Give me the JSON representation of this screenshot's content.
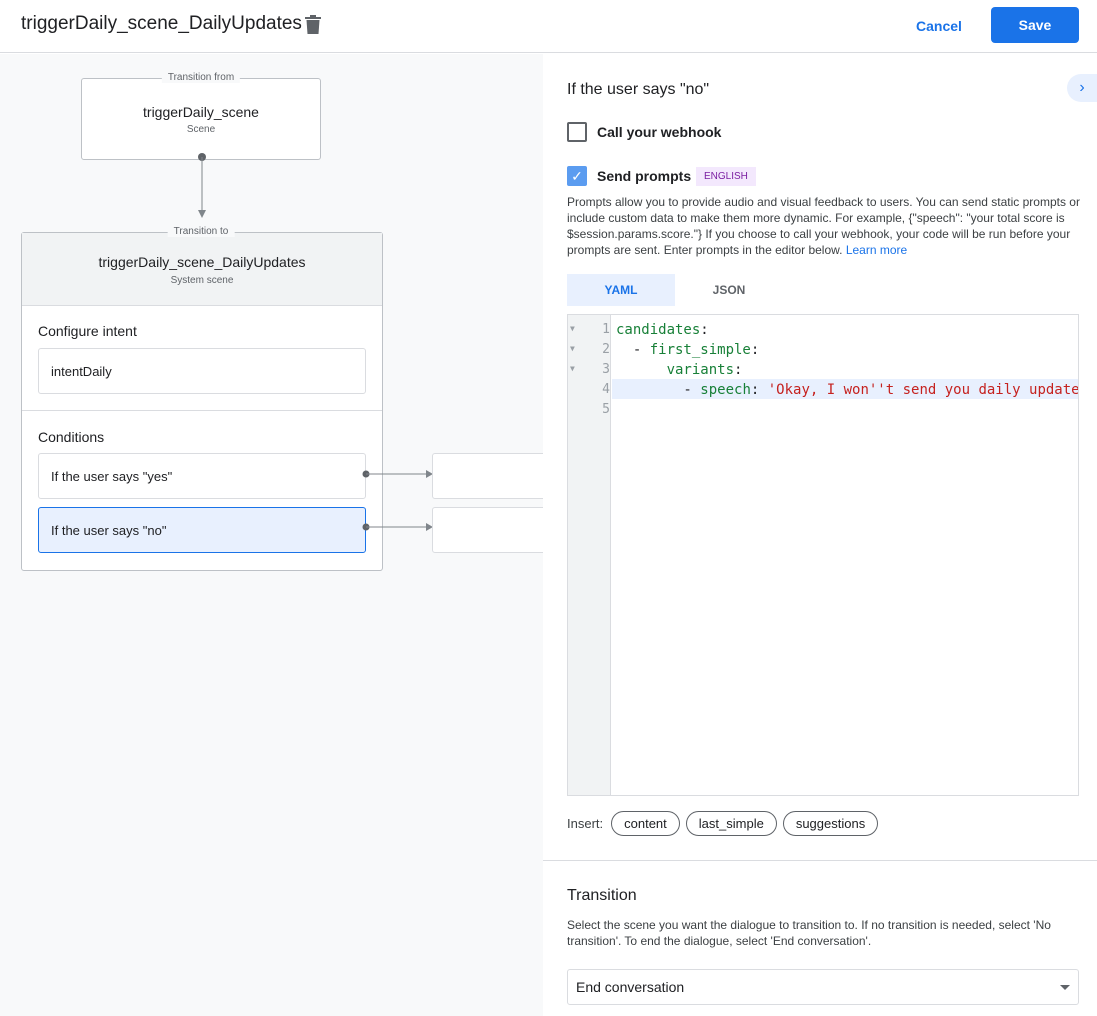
{
  "header": {
    "title": "triggerDaily_scene_DailyUpdates",
    "cancel": "Cancel",
    "save": "Save"
  },
  "canvas": {
    "from_label": "Transition from",
    "from_name": "triggerDaily_scene",
    "from_type": "Scene",
    "to_label": "Transition to",
    "to_name": "triggerDaily_scene_DailyUpdates",
    "to_type": "System scene",
    "intent_heading": "Configure intent",
    "intent_value": "intentDaily",
    "conditions_heading": "Conditions",
    "conditions": [
      {
        "label": "If the user says \"yes\""
      },
      {
        "label": "If the user says \"no\""
      }
    ]
  },
  "panel": {
    "heading": "If the user says \"no\"",
    "webhook_label": "Call your webhook",
    "webhook_checked": false,
    "prompts_label": "Send prompts",
    "prompts_checked": true,
    "language_badge": "ENGLISH",
    "description": "Prompts allow you to provide audio and visual feedback to users. You can send static prompts or include custom data to make them more dynamic. For example, {\"speech\": \"your total score is $session.params.score.\"} If you choose to call your webhook, your code will be run before your prompts are sent. Enter prompts in the editor below.",
    "learn_more": "Learn more",
    "tabs": [
      {
        "label": "YAML",
        "active": true
      },
      {
        "label": "JSON",
        "active": false
      }
    ],
    "code_lines": [
      {
        "num": "1",
        "indent": "",
        "key": "candidates",
        "rest": ":"
      },
      {
        "num": "2",
        "indent": "  - ",
        "key": "first_simple",
        "rest": ":"
      },
      {
        "num": "3",
        "indent": "      ",
        "key": "variants",
        "rest": ":"
      },
      {
        "num": "4",
        "indent": "        - ",
        "key": "speech",
        "rest": ": ",
        "str": "'Okay, I won''t send you daily update"
      },
      {
        "num": "5",
        "indent": "",
        "key": "",
        "rest": ""
      }
    ],
    "insert_label": "Insert:",
    "insert_chips": [
      "content",
      "last_simple",
      "suggestions"
    ],
    "transition_heading": "Transition",
    "transition_desc": "Select the scene you want the dialogue to transition to. If no transition is needed, select 'No transition'. To end the dialogue, select 'End conversation'.",
    "transition_value": "End conversation"
  },
  "colors": {
    "accent": "#1a73e8",
    "selected_condition": "#e8f0fe",
    "badge_bg": "#f3e8fd",
    "badge_text": "#7b1fa2"
  }
}
